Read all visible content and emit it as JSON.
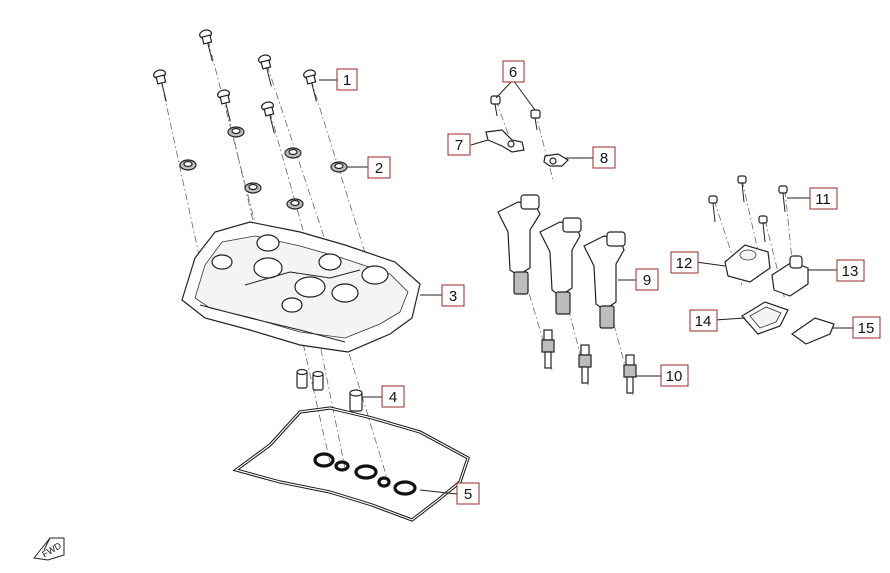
{
  "callouts": [
    {
      "label": "1"
    },
    {
      "label": "2"
    },
    {
      "label": "3"
    },
    {
      "label": "4"
    },
    {
      "label": "5"
    },
    {
      "label": "6"
    },
    {
      "label": "7"
    },
    {
      "label": "8"
    },
    {
      "label": "9"
    },
    {
      "label": "10"
    },
    {
      "label": "11"
    },
    {
      "label": "12"
    },
    {
      "label": "13"
    },
    {
      "label": "14"
    },
    {
      "label": "15"
    }
  ],
  "fwd_marker": {
    "label": "FWD"
  },
  "colors": {
    "callout_border": "#9b2a2a",
    "line": "#222222"
  }
}
